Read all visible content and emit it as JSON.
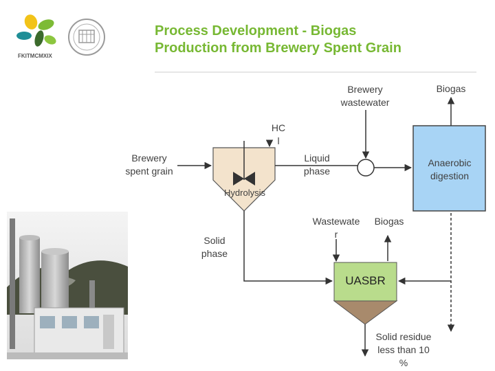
{
  "header": {
    "title_line1": "Process Development - Biogas",
    "title_line2": "Production from Brewery Spent Grain",
    "logo_text": "FKITMCMXIX"
  },
  "diagram": {
    "brewery_wastewater": "Brewery\nwastewater",
    "biogas_top": "Biogas",
    "hcl": "HC\nl",
    "brewery_spent_grain": "Brewery\nspent grain",
    "liquid_phase": "Liquid\nphase",
    "anaerobic_digestion": "Anaerobic\ndigestion",
    "hydrolysis": "Hydrolysis",
    "solid_phase": "Solid\nphase",
    "wastewater": "Wastewate\nr",
    "biogas_uasbr": "Biogas",
    "uasbr": "UASBR",
    "solid_residue": "Solid residue\nless than 10\n%"
  },
  "colors": {
    "title": "#77b833",
    "anaerobic_fill": "#a8d4f5",
    "hydrolysis_fill": "#f3e3cc",
    "uasbr_fill": "#b9dc8c",
    "uasbr_cone": "#a88a6c"
  }
}
